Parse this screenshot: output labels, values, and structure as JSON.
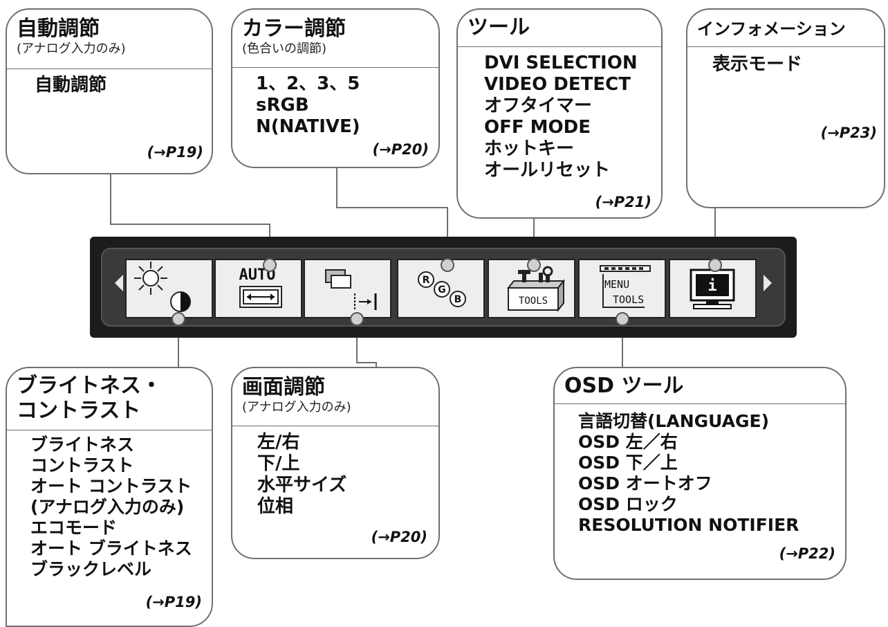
{
  "boxes": {
    "auto": {
      "title": "自動調節",
      "subtitle": "(アナログ入力のみ)",
      "items": [
        "自動調節"
      ],
      "ref": "(→P19)"
    },
    "color": {
      "title": "カラー調節",
      "subtitle": "(色合いの調節)",
      "items": [
        "1、2、3、5",
        "sRGB",
        "N(NATIVE)"
      ],
      "ref": "(→P20)"
    },
    "tools": {
      "title": "ツール",
      "items": [
        "DVI SELECTION",
        "VIDEO DETECT",
        "オフタイマー",
        "OFF MODE",
        "ホットキー",
        "オールリセット"
      ],
      "ref": "(→P21)"
    },
    "info": {
      "title": "インフォメーション",
      "items": [
        "表示モード"
      ],
      "ref": "(→P23)"
    },
    "brightness": {
      "title_line1": "ブライトネス・",
      "title_line2": "コントラスト",
      "items": [
        "ブライトネス",
        "コントラスト",
        "オート コントラスト",
        "(アナログ入力のみ)",
        "エコモード",
        "オート ブライトネス",
        "ブラックレベル"
      ],
      "ref": "(→P19)"
    },
    "screen": {
      "title": "画面調節",
      "subtitle": "(アナログ入力のみ)",
      "items": [
        "左/右",
        "下/上",
        "水平サイズ",
        "位相"
      ],
      "ref": "(→P20)"
    },
    "osd": {
      "title": "OSD ツール",
      "items": [
        "言語切替(LANGUAGE)",
        "OSD 左／右",
        "OSD 下／上",
        "OSD オートオフ",
        "OSD ロック",
        "RESOLUTION NOTIFIER"
      ],
      "ref": "(→P22)"
    }
  },
  "toolbar": {
    "icons": [
      {
        "name": "brightness-contrast-icon"
      },
      {
        "name": "auto-adjust-icon",
        "label": "AUTO"
      },
      {
        "name": "screen-adjust-icon"
      },
      {
        "name": "color-rgb-icon",
        "r": "R",
        "g": "G",
        "b": "B"
      },
      {
        "name": "tools-icon",
        "label": "TOOLS"
      },
      {
        "name": "osd-tools-icon",
        "label1": "MENU",
        "label2": "TOOLS"
      },
      {
        "name": "information-icon",
        "label": "i"
      }
    ]
  },
  "colors": {
    "border": "#6f6f6f",
    "toolbar": "#1c1c1c",
    "cell": "#eeeeee",
    "dot": "#d0d0d0"
  }
}
